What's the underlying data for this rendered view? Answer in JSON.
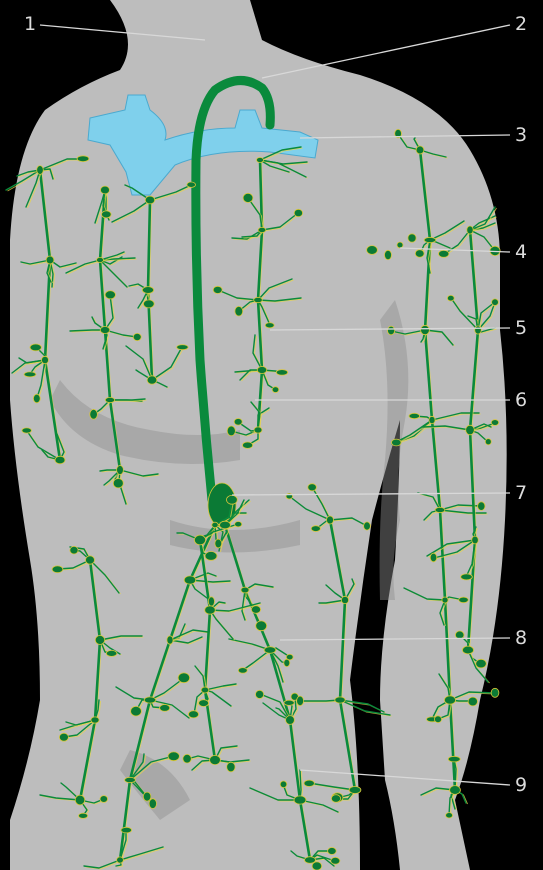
{
  "labels": [
    "1",
    "2",
    "3",
    "4",
    "5",
    "6",
    "7",
    "8",
    "9"
  ],
  "colors": {
    "background": "#000000",
    "body": "#bdbdbd",
    "lymph_vessel": "#0a8a3c",
    "vessel_highlight": "#e8d44a",
    "subclavian_vein": "#7fd0ec",
    "leader_line": "#d8d8d8"
  }
}
